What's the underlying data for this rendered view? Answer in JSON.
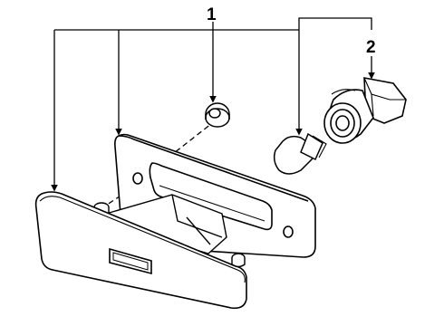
{
  "callouts": [
    {
      "id": "1",
      "label": "1"
    },
    {
      "id": "2",
      "label": "2"
    }
  ],
  "parts": [
    {
      "key": "outer-lens",
      "callout": "1"
    },
    {
      "key": "lamp-housing",
      "callout": "1"
    },
    {
      "key": "rubber-grommet",
      "callout": "1"
    },
    {
      "key": "wedge-bulb",
      "callout": "1"
    },
    {
      "key": "bulb-socket",
      "callout": "2"
    }
  ],
  "colors": {
    "line": "#000000",
    "fill": "#ffffff",
    "shade": "#e6e6e6"
  }
}
